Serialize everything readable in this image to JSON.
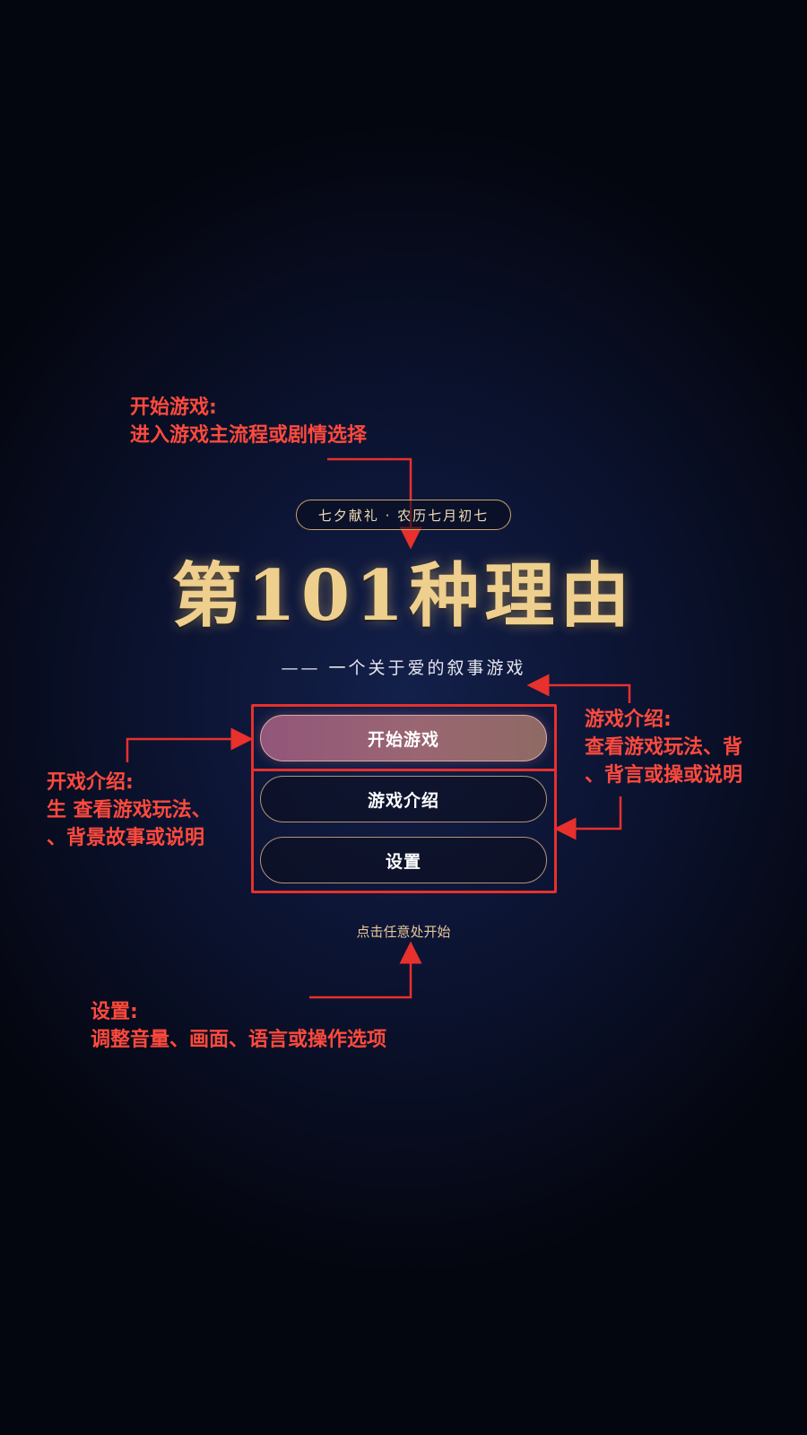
{
  "badge": "七夕献礼 · 农历七月初七",
  "title": "第101种理由",
  "subtitle": "—— 一个关于爱的叙事游戏",
  "menu": {
    "start_label": "开始游戏",
    "intro_label": "游戏介绍",
    "settings_label": "设置"
  },
  "hint": "点击任意处开始",
  "annotations": {
    "start": {
      "line1": "开始游戏:",
      "line2": "进入游戏主流程或剧情选择"
    },
    "left": {
      "line1": "开戏介绍:",
      "line2": "生 查看游戏玩法、",
      "line3": "、背景故事或说明"
    },
    "right": {
      "line1": "游戏介绍:",
      "line2": "查看游戏玩法、背",
      "line3": "、背言或操或说明"
    },
    "settings": {
      "line1": "设置:",
      "line2": "调整音量、画面、语言或操作选项"
    }
  },
  "colors": {
    "background": "#0c1433",
    "accent_gold": "#efcf8d",
    "annotation_red": "#e8302c",
    "start_button": "#92567a"
  }
}
